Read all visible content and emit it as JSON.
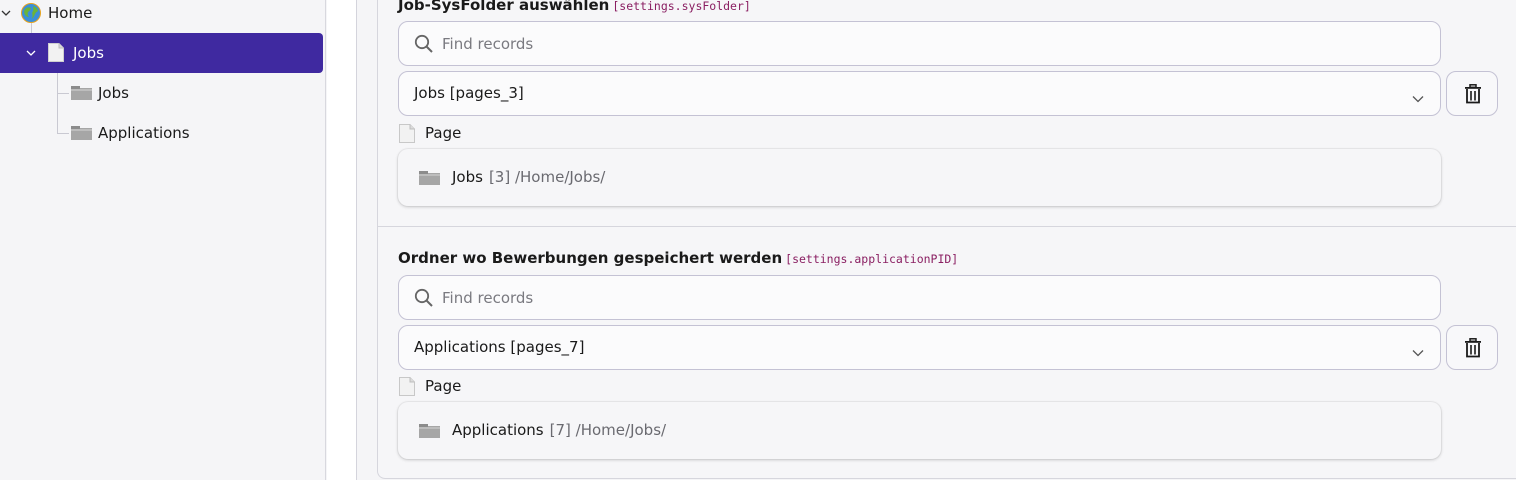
{
  "tree": {
    "root": {
      "label": "Home",
      "icon": "globe-icon",
      "expanded": true
    },
    "selected": {
      "label": "Jobs",
      "icon": "page-icon",
      "expanded": true,
      "highlight_color": "#3f29a0"
    },
    "children": [
      {
        "label": "Jobs",
        "icon": "folder-icon"
      },
      {
        "label": "Applications",
        "icon": "folder-icon"
      }
    ]
  },
  "fields": [
    {
      "label": "Job-SysFolder auswählen",
      "code": "[settings.sysFolder]",
      "search_placeholder": "Find records",
      "selected_value": "Jobs [pages_3]",
      "record_type": "Page",
      "record": {
        "title": "Jobs",
        "id": "[3]",
        "path": "/Home/Jobs/"
      }
    },
    {
      "label": "Ordner wo Bewerbungen gespeichert werden",
      "code": "[settings.applicationPID]",
      "search_placeholder": "Find records",
      "selected_value": "Applications [pages_7]",
      "record_type": "Page",
      "record": {
        "title": "Applications",
        "id": "[7]",
        "path": "/Home/Jobs/"
      }
    }
  ],
  "colors": {
    "accent": "#3f29a0",
    "code_label": "#8a1f62",
    "border": "#c4c2d4"
  }
}
